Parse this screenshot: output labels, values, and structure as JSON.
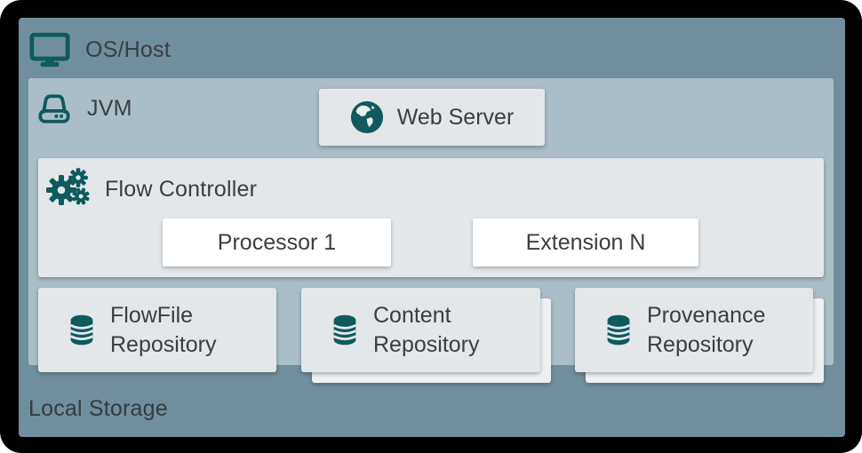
{
  "diagram": {
    "title_context": "NiFi architecture style stack diagram",
    "os_host": {
      "label": "OS/Host",
      "icon": "monitor-icon"
    },
    "jvm": {
      "label": "JVM",
      "icon": "hard-drive-icon"
    },
    "web_server": {
      "label": "Web Server",
      "icon": "globe-icon"
    },
    "flow_controller": {
      "label": "Flow Controller",
      "icon": "gears-icon"
    },
    "processor": {
      "label": "Processor 1"
    },
    "extension": {
      "label": "Extension N"
    },
    "repositories": [
      {
        "line1": "FlowFile",
        "line2": "Repository",
        "icon": "database-icon",
        "stacked": false
      },
      {
        "line1": "Content",
        "line2": "Repository",
        "icon": "database-icon",
        "stacked": true
      },
      {
        "line1": "Provenance",
        "line2": "Repository",
        "icon": "database-icon",
        "stacked": true
      }
    ],
    "local_storage": {
      "label": "Local Storage"
    },
    "colors": {
      "canvas_bg": "#000000",
      "os_host_bg": "#708f9c",
      "jvm_bg": "#abbec8",
      "card_bg": "#e3e7e9",
      "stacked_card_bg": "#eef1f2",
      "white_card_bg": "#ffffff",
      "icon_teal": "#0e5a5c",
      "text": "#3a3e41"
    }
  }
}
